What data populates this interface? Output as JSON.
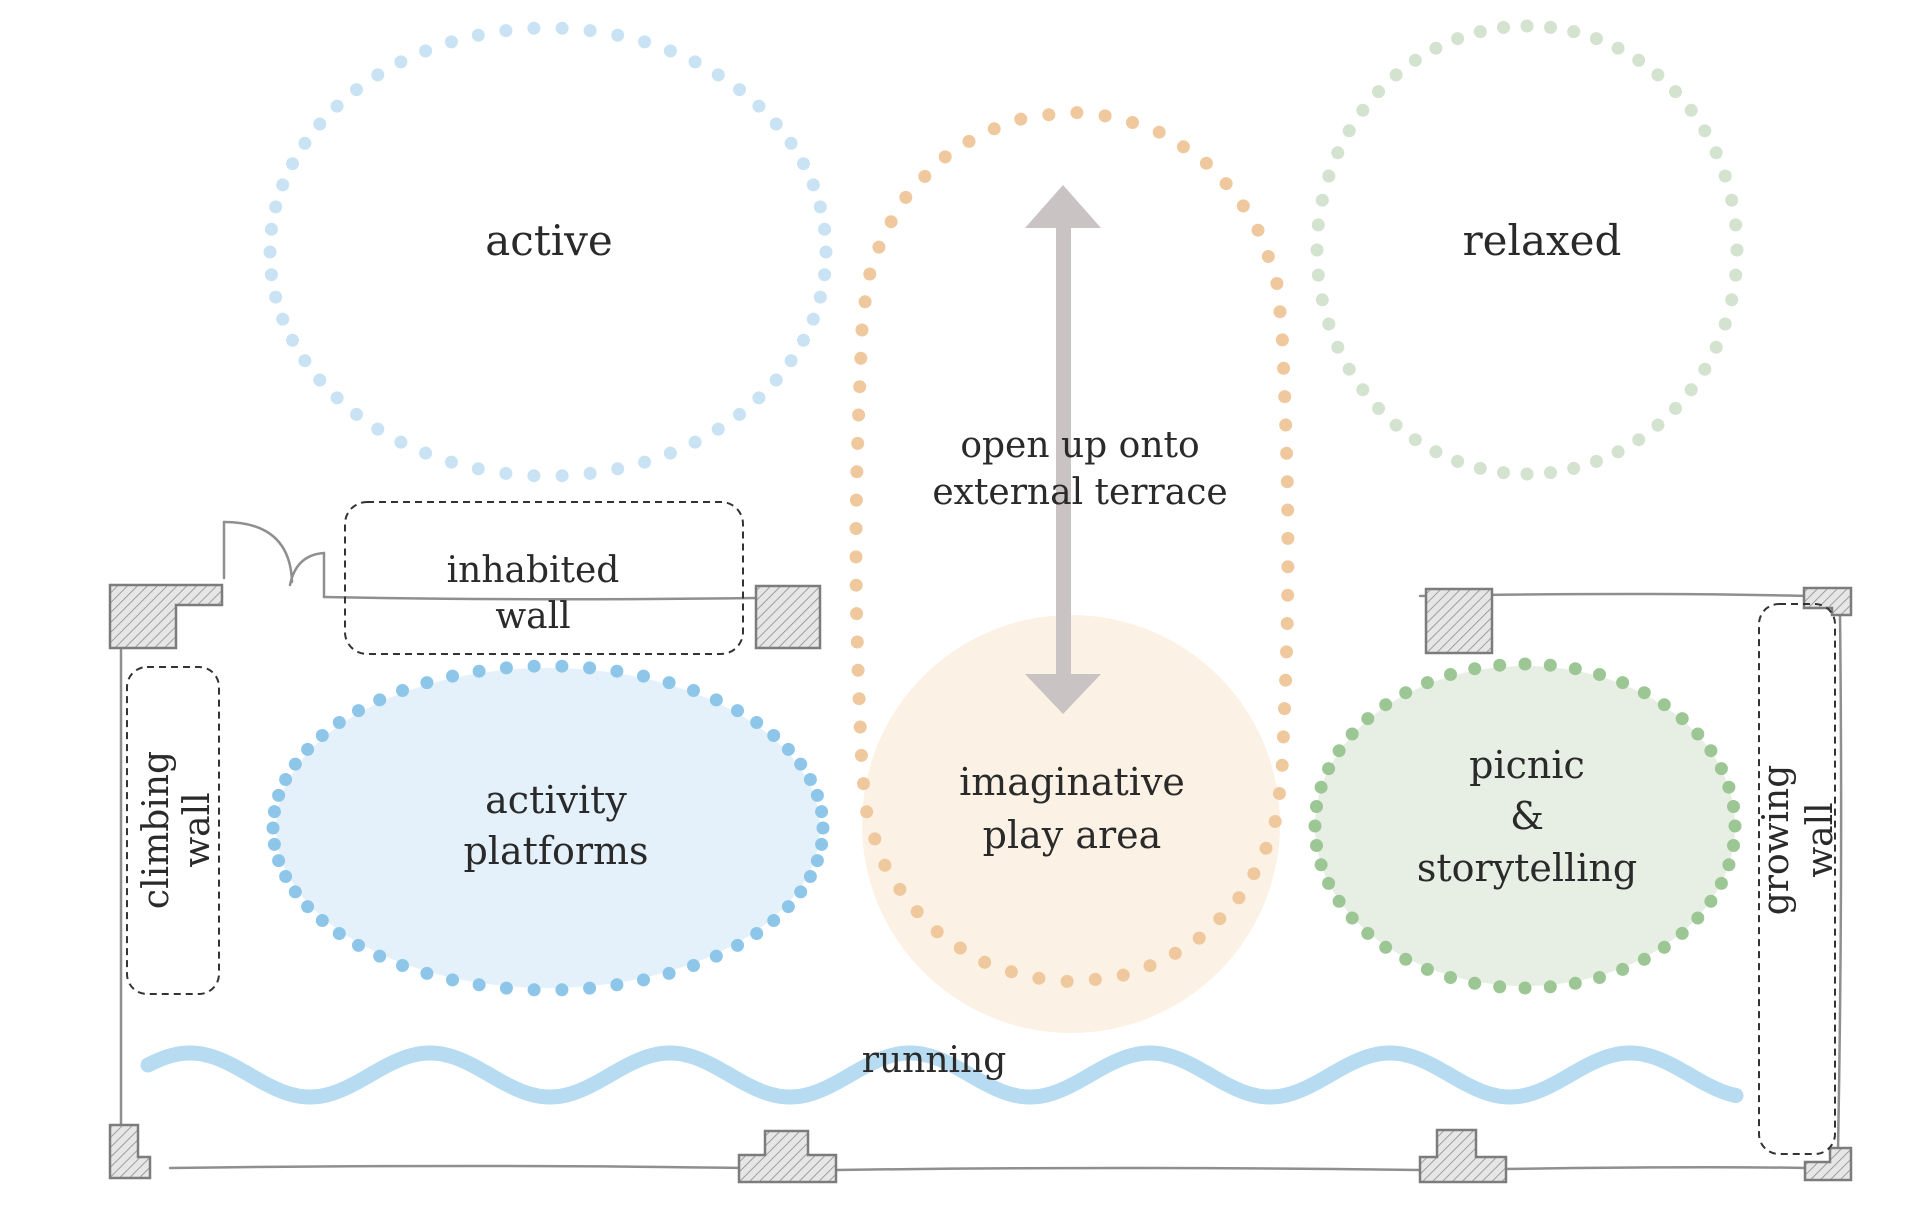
{
  "title": "Play space zoning diagram",
  "colors": {
    "blue": "#8ec6ea",
    "blue_light": "#c9e2f4",
    "blue_fill": "#e4f1fb",
    "orange": "#f0c89e",
    "orange_fill": "#fbf1e4",
    "green": "#9cc795",
    "green_light": "#d3e3cf",
    "green_fill": "#e7eee4",
    "arrow": "#c9c3c3",
    "wall": "#8a8a8a",
    "dash": "#333333",
    "wave": "#b7dcf1"
  },
  "zones": {
    "active": "active",
    "relaxed": "relaxed",
    "terrace_line1": "open up onto",
    "terrace_line2": "external terrace",
    "inhabited_line1": "inhabited",
    "inhabited_line2": "wall",
    "climbing_line1": "climbing",
    "climbing_line2": "wall",
    "activity_line1": "activity",
    "activity_line2": "platforms",
    "imaginative_line1": "imaginative",
    "imaginative_line2": "play area",
    "picnic_line1": "picnic",
    "picnic_line2": "&",
    "picnic_line3": "storytelling",
    "growing_line1": "growing",
    "growing_line2": "wall",
    "running": "running"
  }
}
